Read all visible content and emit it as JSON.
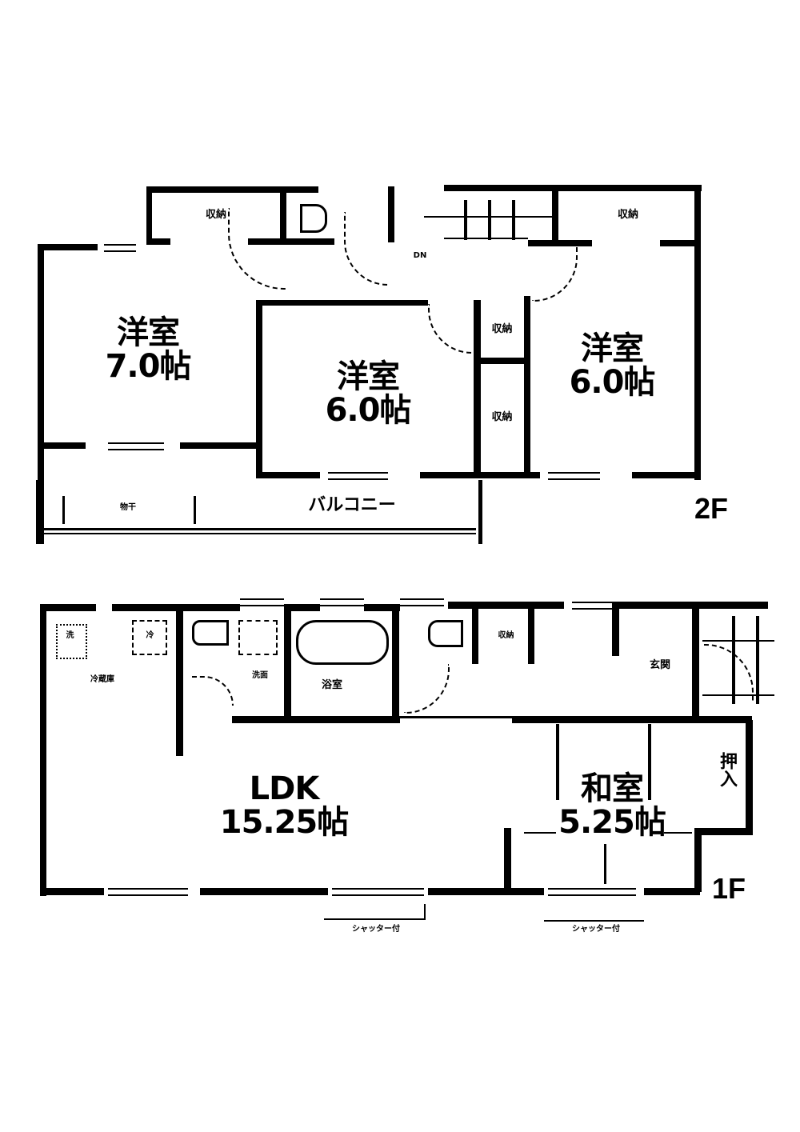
{
  "floors": {
    "second": {
      "label": "2F",
      "rooms": [
        {
          "id": "western-7",
          "name": "洋室",
          "size": "7.0帖"
        },
        {
          "id": "western-6-center",
          "name": "洋室",
          "size": "6.0帖"
        },
        {
          "id": "western-6-right",
          "name": "洋室",
          "size": "6.0帖"
        }
      ],
      "storage": {
        "top_left": "収納",
        "top_right": "収納",
        "center_upper": "収納",
        "center_lower": "収納"
      },
      "stairs_label": "DN",
      "balcony": {
        "name": "バルコニー",
        "drying": "物干"
      }
    },
    "first": {
      "label": "1F",
      "rooms": [
        {
          "id": "ldk",
          "name": "LDK",
          "size": "15.25帖"
        },
        {
          "id": "japanese",
          "name": "和室",
          "size": "5.25帖"
        }
      ],
      "labels": {
        "bath": "浴室",
        "washroom": "洗面",
        "entrance": "玄関",
        "closet": "押入",
        "storage": "収納",
        "fridge": "冷蔵庫",
        "washer": "洗",
        "fridge_short": "冷"
      },
      "shutter_notes": [
        "シャッター付",
        "シャッター付"
      ]
    }
  }
}
